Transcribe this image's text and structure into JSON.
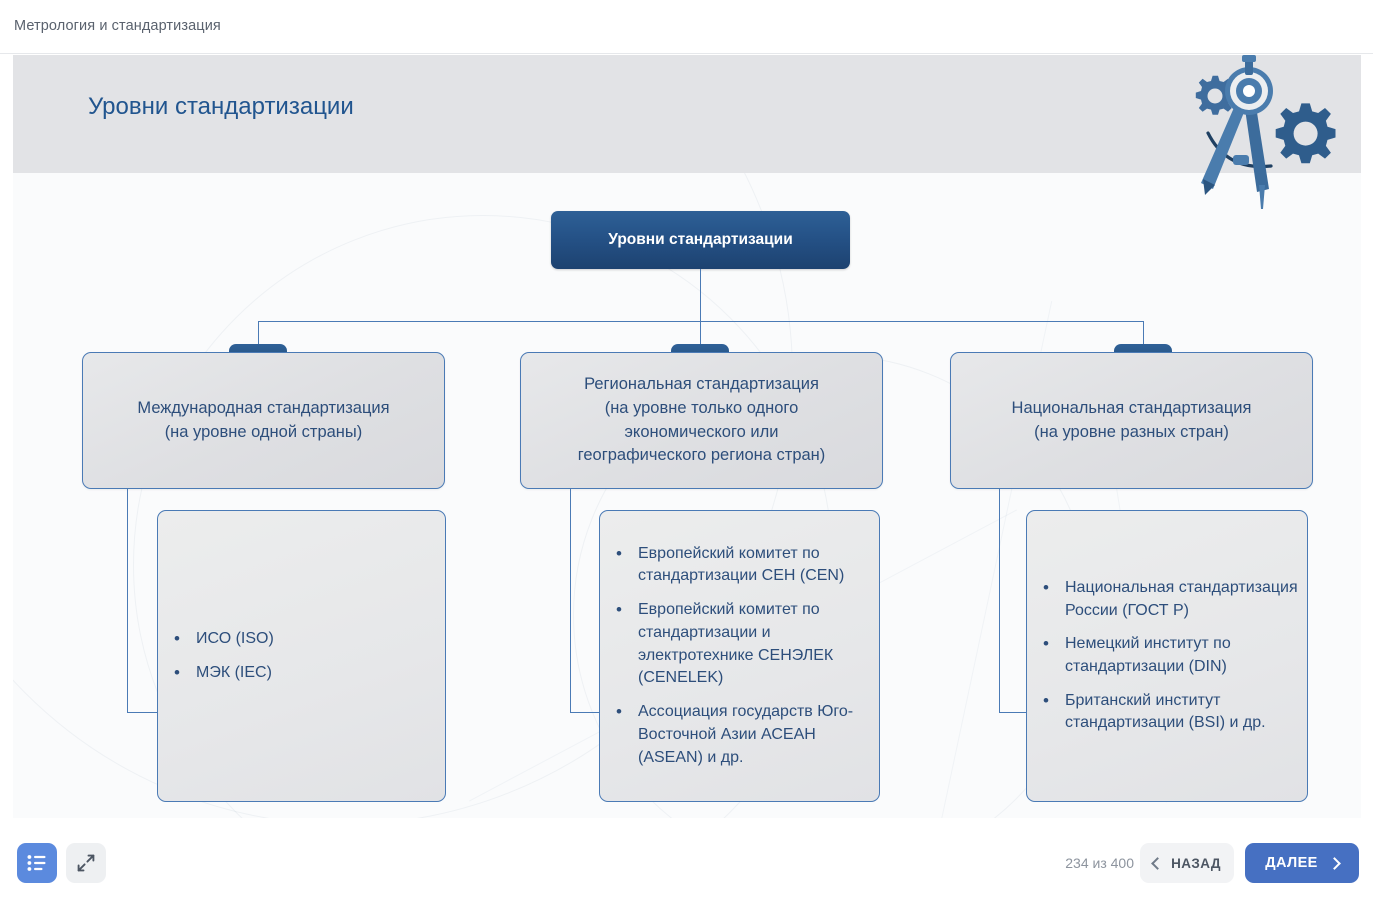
{
  "topbar": {
    "breadcrumb": "Метрология и стандартизация"
  },
  "slide": {
    "header_title": "Уровни стандартизации",
    "header_art_name": "compass-and-gears-illustration"
  },
  "diagram": {
    "root": {
      "label": "Уровни стандартизации"
    },
    "branches": [
      {
        "title": "Международная стандартизация\n(на уровне одной страны)",
        "title_lines": [
          "Международная стандартизация",
          "(на уровне одной страны)"
        ],
        "items": [
          "ИСО (ISO)",
          "МЭК (IEC)"
        ]
      },
      {
        "title": "Региональная стандартизация\n(на уровне только одного\nэкономического или\nгеографического региона стран)",
        "title_lines": [
          "Региональная стандартизация",
          "(на уровне только одного",
          "экономического или",
          "географического региона стран)"
        ],
        "items": [
          "Европейский комитет по стандартизации СЕН (CEN)",
          "Европейский комитет по стандартизации и электротехнике СЕНЭЛЕК (CENELEK)",
          "Ассоциация государств Юго-Восточной Азии АСЕАН (ASEAN) и др."
        ]
      },
      {
        "title": "Национальная стандартизация\n(на уровне разных стран)",
        "title_lines": [
          "Национальная стандартизация",
          "(на уровне разных стран)"
        ],
        "items": [
          "Национальная стандартизация России (ГОСТ Р)",
          "Немецкий институт по стандартизации (DIN)",
          "Британский институт стандартизации (BSI) и др."
        ]
      }
    ]
  },
  "bottombar": {
    "contents_icon": "list-icon",
    "fullscreen_icon": "expand-arrows-icon",
    "page_counter": "234 из 400",
    "back_label": "НАЗАД",
    "next_label": "ДАЛЕЕ"
  },
  "colors": {
    "accent_blue": "#4670c2",
    "brand_blue": "#21558f",
    "node_border": "#4a7ab5",
    "root_fill": "#255287",
    "text_blue": "#2d4e7b",
    "panel_grey": "#e2e3e6",
    "canvas": "#fafbfc"
  }
}
